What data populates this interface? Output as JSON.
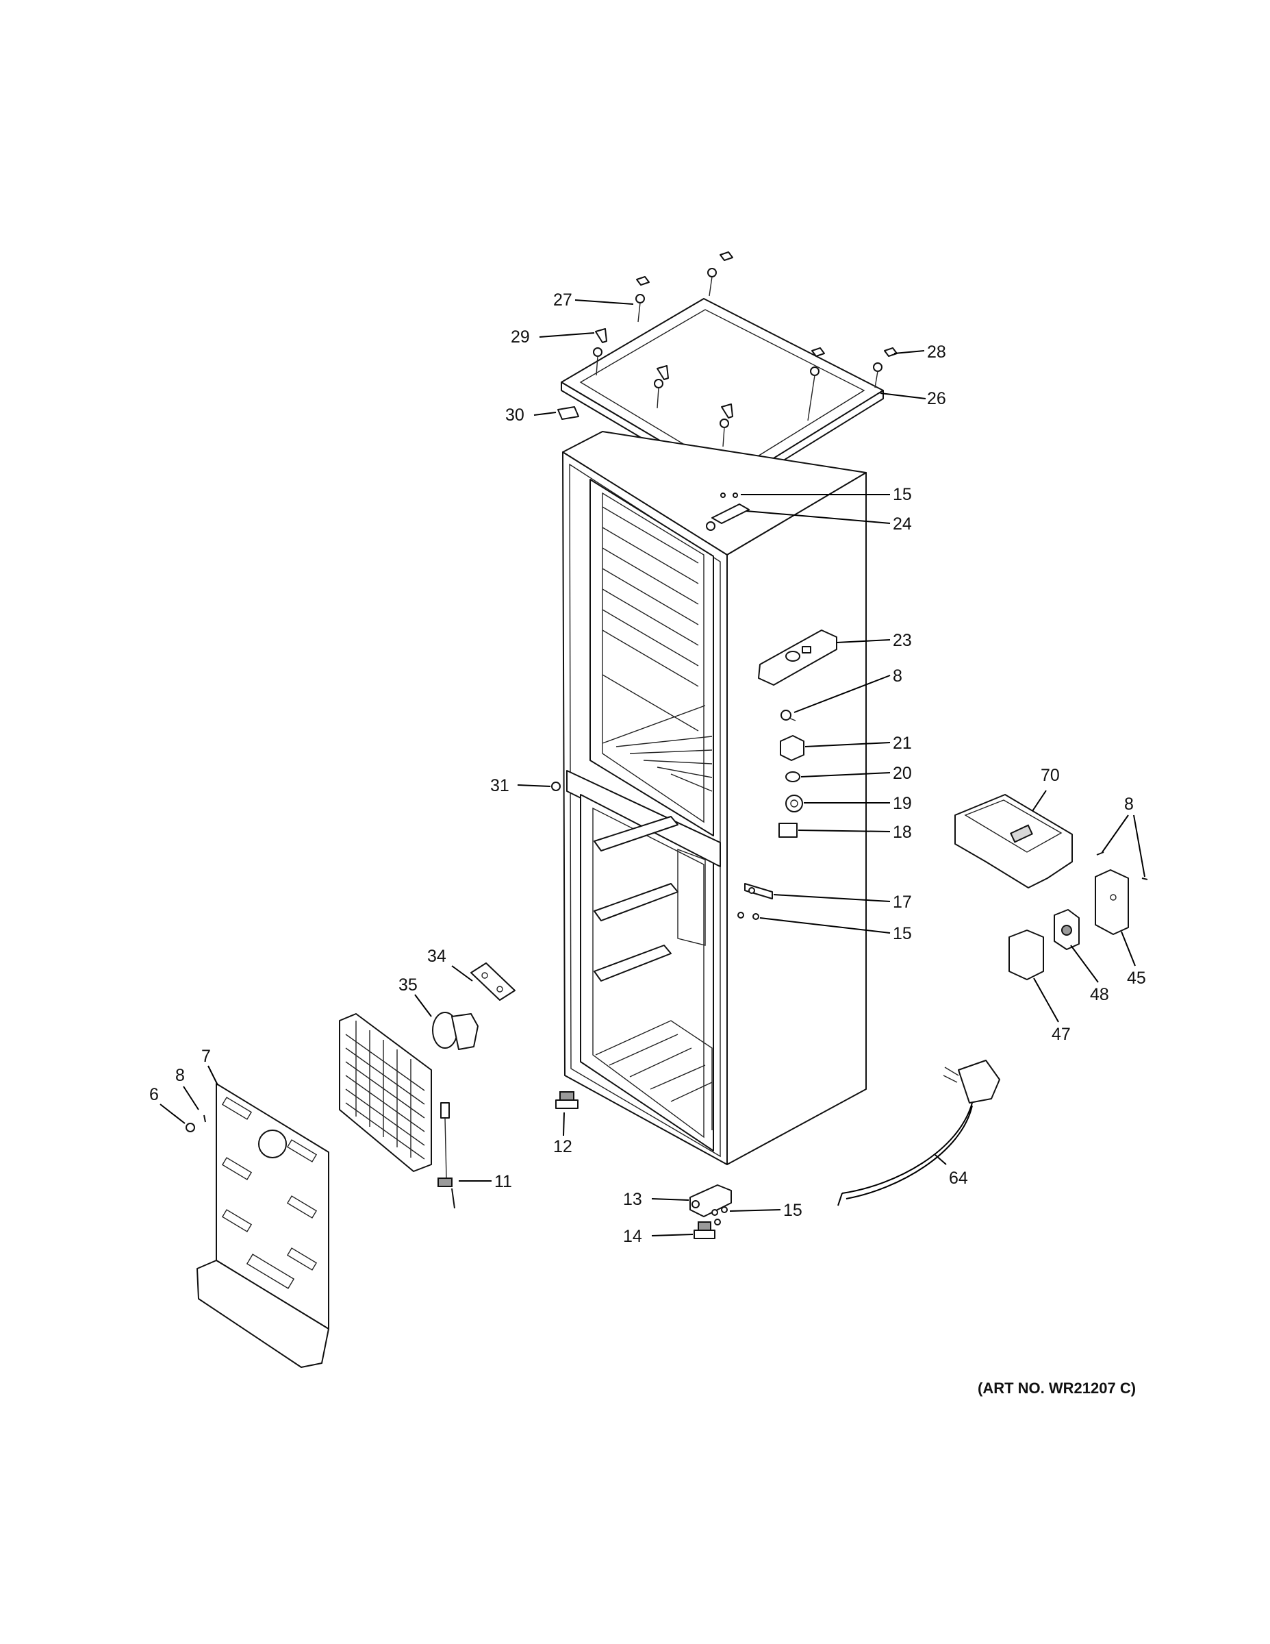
{
  "callouts": [
    {
      "id": "c27",
      "label": "27"
    },
    {
      "id": "c29",
      "label": "29"
    },
    {
      "id": "c28",
      "label": "28"
    },
    {
      "id": "c26",
      "label": "26"
    },
    {
      "id": "c30",
      "label": "30"
    },
    {
      "id": "c15a",
      "label": "15"
    },
    {
      "id": "c24",
      "label": "24"
    },
    {
      "id": "c23",
      "label": "23"
    },
    {
      "id": "c8a",
      "label": "8"
    },
    {
      "id": "c21",
      "label": "21"
    },
    {
      "id": "c20",
      "label": "20"
    },
    {
      "id": "c19",
      "label": "19"
    },
    {
      "id": "c18",
      "label": "18"
    },
    {
      "id": "c31",
      "label": "31"
    },
    {
      "id": "c70",
      "label": "70"
    },
    {
      "id": "c8b",
      "label": "8"
    },
    {
      "id": "c17",
      "label": "17"
    },
    {
      "id": "c15b",
      "label": "15"
    },
    {
      "id": "c45",
      "label": "45"
    },
    {
      "id": "c48",
      "label": "48"
    },
    {
      "id": "c47",
      "label": "47"
    },
    {
      "id": "c34",
      "label": "34"
    },
    {
      "id": "c35",
      "label": "35"
    },
    {
      "id": "c7",
      "label": "7"
    },
    {
      "id": "c8c",
      "label": "8"
    },
    {
      "id": "c6",
      "label": "6"
    },
    {
      "id": "c12",
      "label": "12"
    },
    {
      "id": "c11",
      "label": "11"
    },
    {
      "id": "c64",
      "label": "64"
    },
    {
      "id": "c13",
      "label": "13"
    },
    {
      "id": "c15c",
      "label": "15"
    },
    {
      "id": "c14",
      "label": "14"
    }
  ],
  "art_number": "(ART NO. WR21207 C)"
}
